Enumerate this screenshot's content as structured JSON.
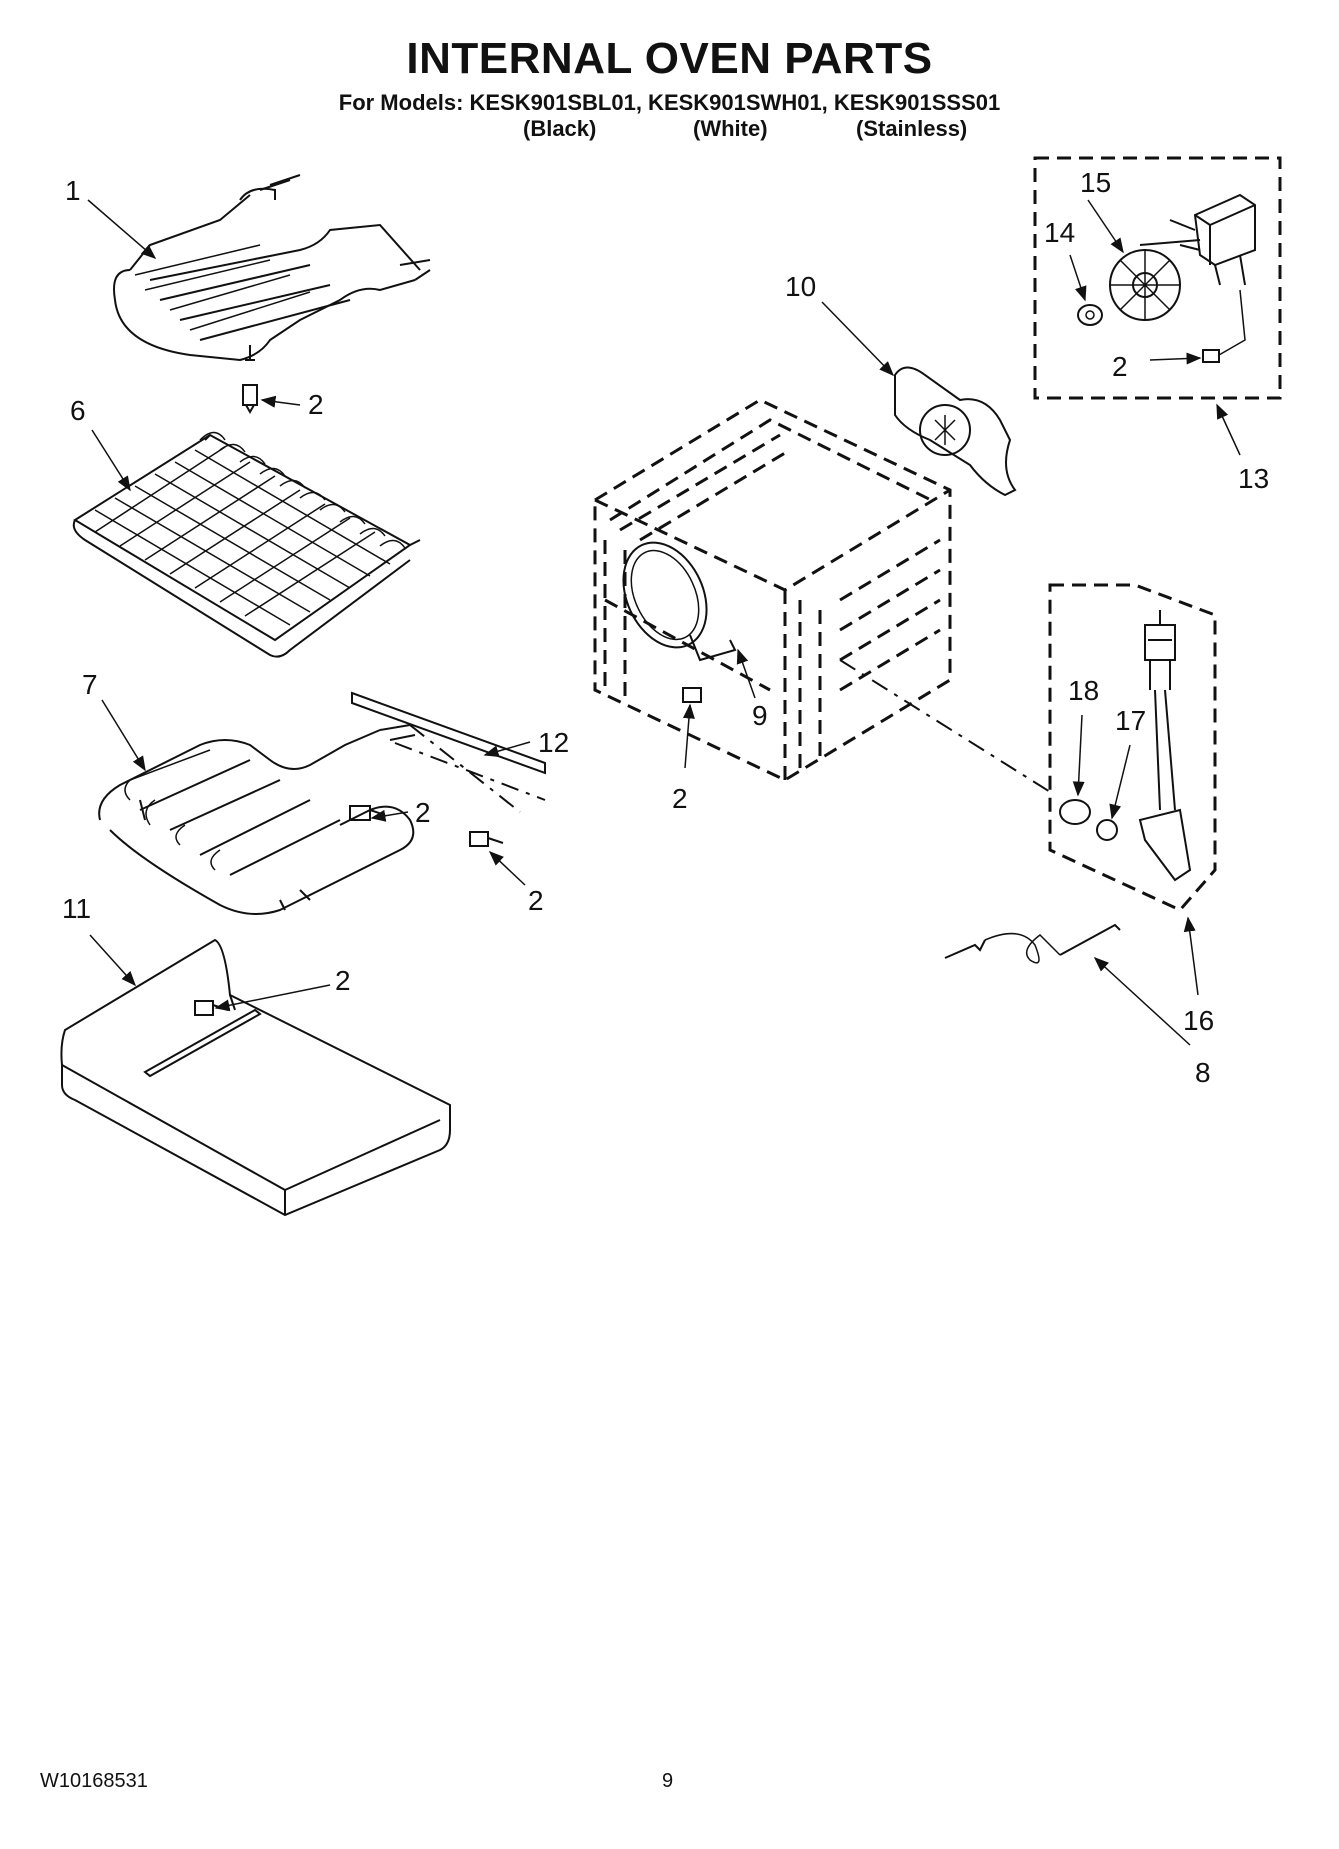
{
  "header": {
    "title": "INTERNAL OVEN PARTS",
    "models": "For Models: KESK901SBL01, KESK901SWH01, KESK901SSS01",
    "variants": [
      "(Black)",
      "(White)",
      "(Stainless)"
    ]
  },
  "callouts": {
    "c1": "1",
    "c2a": "2",
    "c6": "6",
    "c7": "7",
    "c12": "12",
    "c2b": "2",
    "c2c": "2",
    "c11": "11",
    "c2d": "2",
    "c10": "10",
    "c9": "9",
    "c2e": "2",
    "c15": "15",
    "c14": "14",
    "c2f": "2",
    "c13": "13",
    "c18": "18",
    "c17": "17",
    "c16": "16",
    "c8": "8"
  },
  "footer": {
    "doc_number": "W10168531",
    "page_number": "9"
  }
}
